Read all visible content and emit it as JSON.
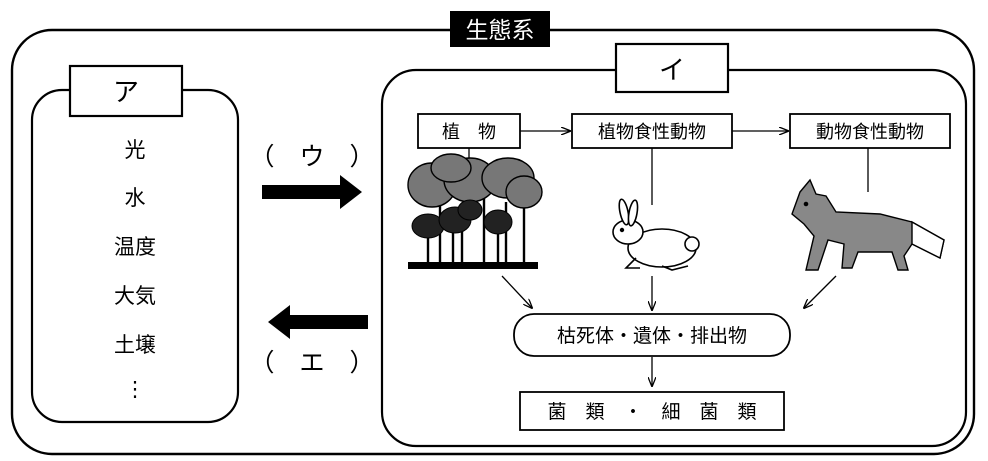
{
  "title": "生態系",
  "left_panel": {
    "label": "ア",
    "items": [
      "光",
      "水",
      "温度",
      "大気",
      "土壌",
      "⋮"
    ]
  },
  "right_panel": {
    "label": "イ",
    "chain": {
      "plants": "植　物",
      "herbivores": "植物食性動物",
      "carnivores": "動物食性動物"
    },
    "remains": "枯死体・遺体・排出物",
    "decomposers": "菌　類　・　細　菌　類"
  },
  "arrows": {
    "to_right": "（　ウ　）",
    "to_left": "（　エ　）"
  }
}
